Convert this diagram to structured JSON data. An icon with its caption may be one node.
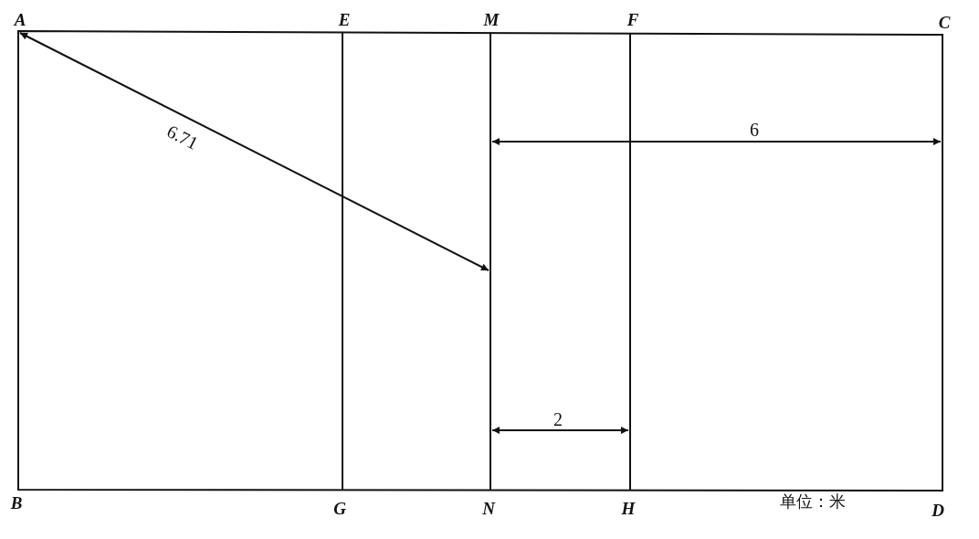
{
  "diagram": {
    "labels": [
      "A",
      "E",
      "M",
      "F",
      "C",
      "6.71",
      "6",
      "2",
      "B",
      "G",
      "N",
      "H",
      "D",
      "单位：米"
    ]
  }
}
